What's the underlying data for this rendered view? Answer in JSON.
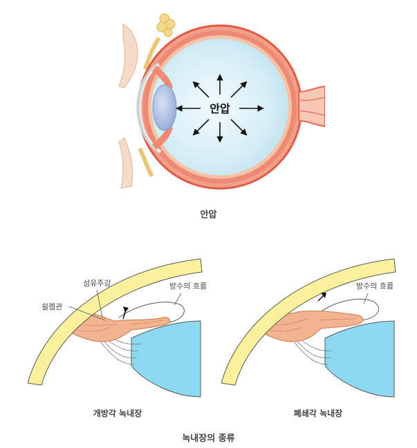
{
  "top_figure": {
    "center_label": "안압",
    "caption": "안압"
  },
  "bottom_figure": {
    "left_diagram": {
      "label_meshwork": "섬유주강",
      "label_canal": "쉴렘관",
      "label_flow": "방수의 흐름",
      "caption": "개방각 녹내장"
    },
    "right_diagram": {
      "label_flow": "방수의 흐름",
      "caption": "폐쇄각 녹내장"
    },
    "caption": "녹내장의 종류"
  },
  "colors": {
    "eyeball_fill": "#d7eef6",
    "sclera_red": "#e9644f",
    "lens_blue": "#a9bde0",
    "cornea_yellow": "#fbf19c",
    "iris_blue": "#8ed9f2",
    "tissue_orange": "#f2b48e"
  }
}
